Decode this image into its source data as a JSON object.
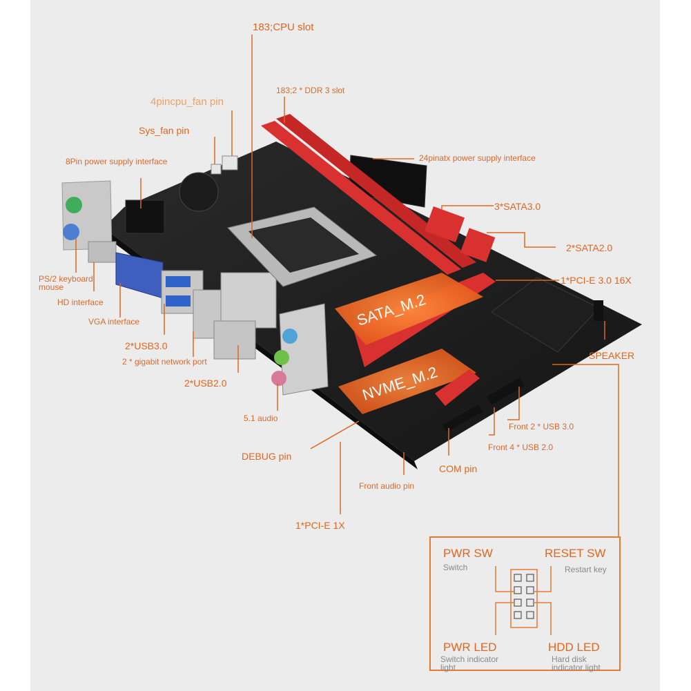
{
  "accent_color": "#e0661e",
  "labels": {
    "cpu_slot": "183;CPU slot",
    "ddr_slot": "183;2 * DDR 3 slot",
    "cpu_fan": "4pincpu_fan pin",
    "sys_fan": "Sys_fan pin",
    "pin8_power": "8Pin power supply interface",
    "atx24": "24pinatx power supply interface",
    "sata3": "3*SATA3.0",
    "sata2": "2*SATA2.0",
    "pcie16": "1*PCI-E 3.0 16X",
    "speaker": "SPEAKER",
    "ps2_line1": "PS/2 keyboard",
    "ps2_line2": "mouse",
    "hd": "HD interface",
    "vga": "VGA interface",
    "usb30": "2*USB3.0",
    "lan": "2 * gigabit network port",
    "usb20": "2*USB2.0",
    "audio51": "5.1 audio",
    "debug": "DEBUG pin",
    "front_usb3": "Front 2 * USB 3.0",
    "front_usb2": "Front 4 * USB 2.0",
    "com": "COM pin",
    "front_audio": "Front audio pin",
    "pcie1": "1*PCI-E 1X"
  },
  "board_text": {
    "sata_m2": "SATA_M.2",
    "nvme_m2": "NVME_M.2"
  },
  "pin_panel": {
    "pwr_sw": "PWR SW",
    "pwr_sw_sub": "Switch",
    "reset_sw": "RESET SW",
    "reset_sw_sub": "Restart key",
    "pwr_led": "PWR LED",
    "pwr_led_sub1": "Switch indicator",
    "pwr_led_sub2": "light",
    "hdd_led": "HDD  LED",
    "hdd_led_sub1": "Hard disk",
    "hdd_led_sub2": "indicator light"
  }
}
